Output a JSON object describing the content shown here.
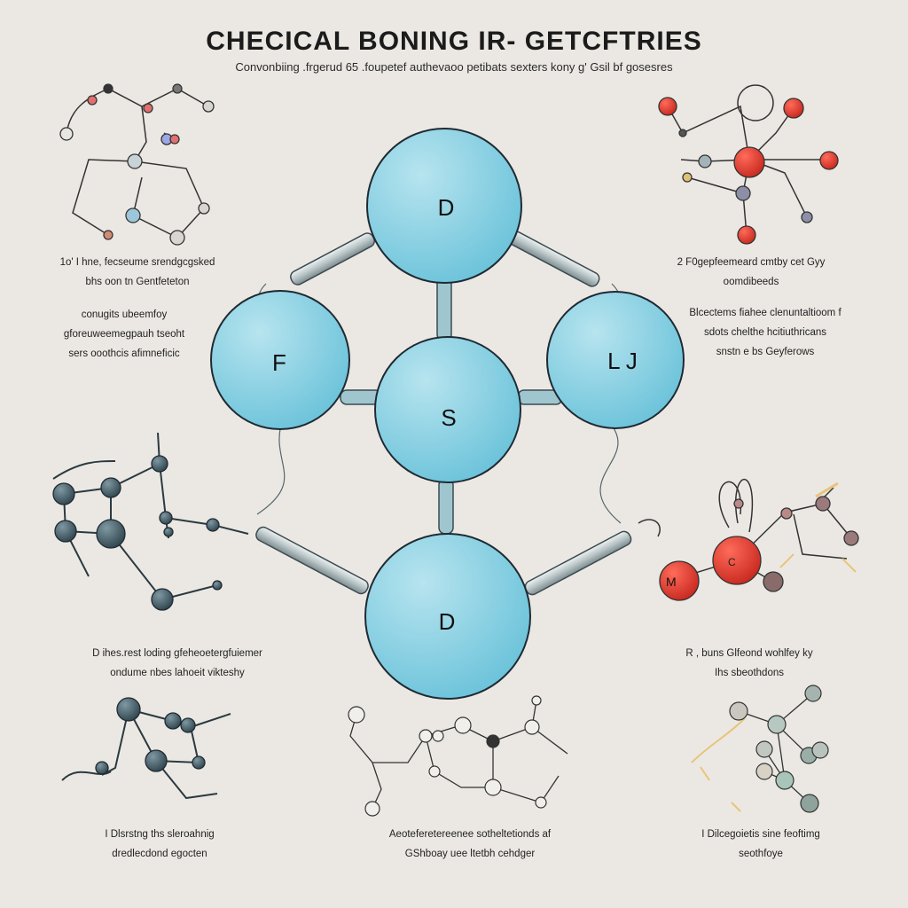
{
  "header": {
    "title": "CHECICAL BONING IR- GETCFTRIES",
    "subtitle": "Convonbiing .frgerud 65 .foupetef authevaoo petibats sexters kony g' Gsil bf gosesres"
  },
  "center_atoms": [
    {
      "label": "D"
    },
    {
      "label": "F"
    },
    {
      "label": "S"
    },
    {
      "label": "L J"
    },
    {
      "label": "D"
    }
  ],
  "small_atoms": {
    "right_red_c": "C",
    "right_red_m": "M"
  },
  "captions": {
    "left_top": [
      "1o' I hne, fecseume srendgcgsked",
      "bhs oon tn Gentfeteton"
    ],
    "left_mid": [
      "conugits ubeemfoy",
      "gforeuweemegpauh tseoht",
      "sers ooothcis afimneficic"
    ],
    "right_top": [
      "2 F0gepfeemeard cmtby cet Gyy",
      "oomdibeeds"
    ],
    "right_mid": [
      "Blcectems fiahee clenuntaltioom f",
      "sdots chelthe hcitiuthricans",
      "snstn e bs Geyferows"
    ],
    "left_lower": [
      "D ihes.rest loding gfeheoetergfuiemer",
      "ondume nbes lahoeit vikteshy"
    ],
    "right_lower": [
      "R , buns Glfeond wohlfey ky",
      "Ihs sbeothdons"
    ],
    "bottom_left": [
      "I Dlsrstng ths sleroahnig",
      "dredlecdond egocten"
    ],
    "bottom_mid": [
      "Aeoteferetereenee sotheltetionds af",
      "GShboay uee ltetbh cehdger"
    ],
    "bottom_right": [
      "I Dilcegoietis sine feoftimg",
      "seothfoye"
    ]
  },
  "colors": {
    "atom_blue": "#86cde0",
    "atom_blue_light": "#b7e4ef",
    "outline": "#1f2a33",
    "red_atom": "#d63a2f",
    "dark_atom": "#3e5560"
  }
}
